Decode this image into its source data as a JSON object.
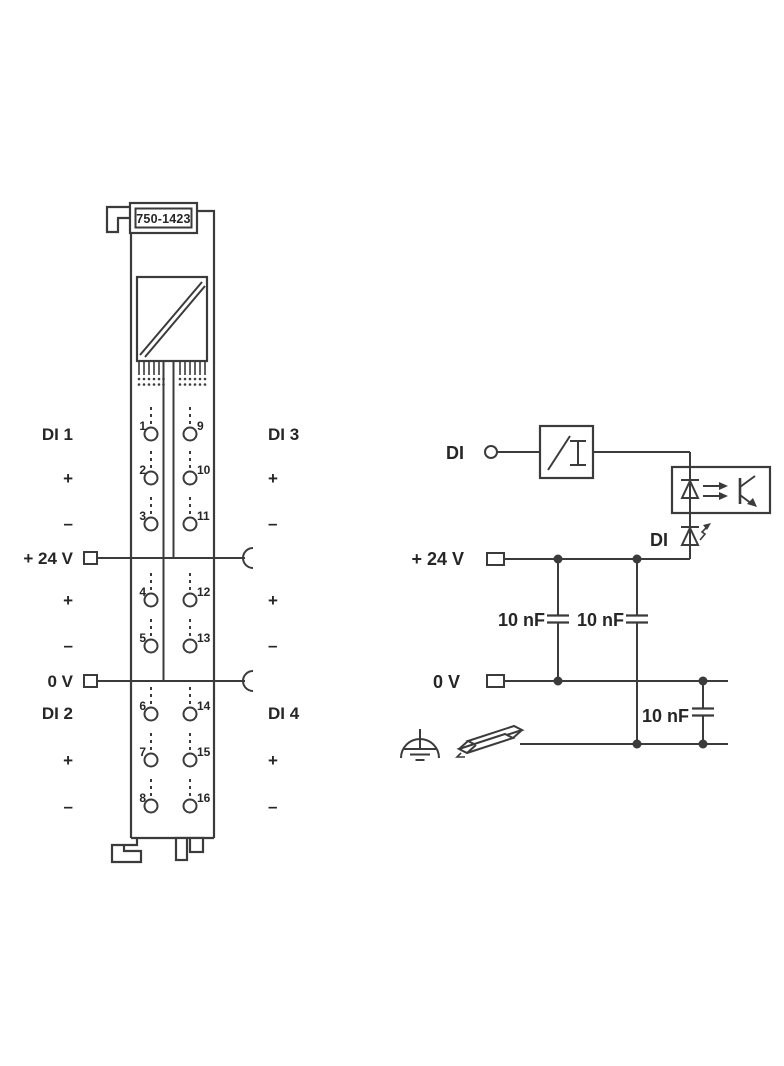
{
  "colors": {
    "line": "#3b3b3b",
    "text": "#262626",
    "background": "#ffffff"
  },
  "module": {
    "part_number": "750-1423",
    "left_labels": [
      "DI 1",
      "+",
      "–",
      "+ 24 V",
      "+",
      "–",
      "0 V",
      "DI 2",
      "+",
      "–"
    ],
    "right_labels": [
      "DI 3",
      "+",
      "–",
      "+",
      "–",
      "DI 4",
      "+",
      "–"
    ],
    "terminal_numbers_left": [
      "1",
      "2",
      "3",
      "4",
      "5",
      "6",
      "7",
      "8"
    ],
    "terminal_numbers_right": [
      "9",
      "10",
      "11",
      "12",
      "13",
      "14",
      "15",
      "16"
    ]
  },
  "schematic": {
    "input_label": "DI",
    "indicator_label": "DI",
    "supply_label": "+ 24 V",
    "zero_volt_label": "0 V",
    "capacitor_labels": [
      "10 nF",
      "10 nF",
      "10 nF"
    ]
  }
}
